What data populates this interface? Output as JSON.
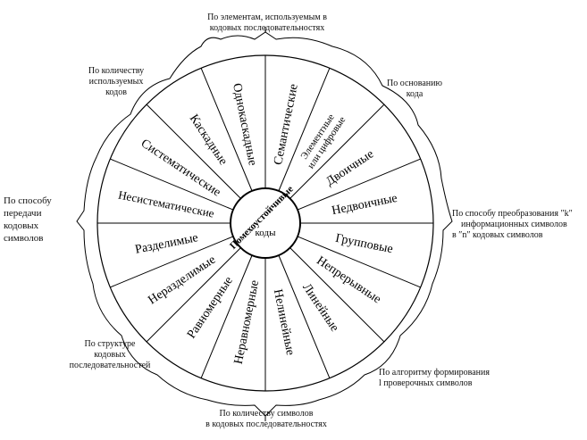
{
  "center": {
    "title": "Помехоустойчивые",
    "subtitle": "коды"
  },
  "sectors": [
    "Семантические",
    "Элементные или цифровые",
    "Двоичные",
    "Недвоичные",
    "Групповые",
    "Непрерывные",
    "Линейные",
    "Нелинейные",
    "Неравномерные",
    "Равномерные",
    "Неразделимые",
    "Разделимые",
    "Несистематические",
    "Систематические",
    "Каскадные",
    "Однокаскадные"
  ],
  "criteria": {
    "top": [
      "По элементам, используемым в",
      "кодовых последовательностях"
    ],
    "top_right": [
      "По основанию",
      "кода"
    ],
    "right": [
      "По способу преобразования ″k″",
      "информационных символов",
      "в ″n″ кодовых символов"
    ],
    "bottom_right": [
      "По алгоритму формирования",
      "l проверочных символов"
    ],
    "bottom": [
      "По количеству символов",
      "в кодовых последовательностях"
    ],
    "bottom_left": [
      "По структуре",
      "кодовых",
      "последовательностей"
    ],
    "left": [
      "По способу",
      "передачи",
      "кодовых",
      "символов"
    ],
    "top_left": [
      "По количеству",
      "используемых",
      "кодов"
    ]
  }
}
